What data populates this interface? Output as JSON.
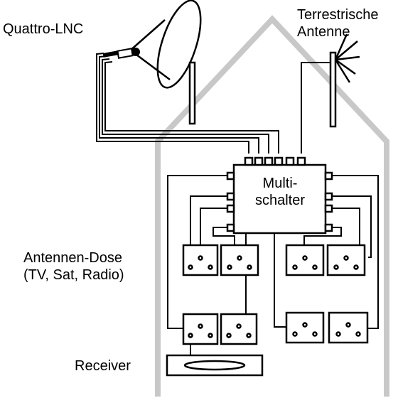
{
  "labels": {
    "lnc": "Quattro-LNC",
    "terrestrial": [
      "Terrestrische",
      "Antenne"
    ],
    "multiswitch": [
      "Multi-",
      "schalter"
    ],
    "socket": [
      "Antennen-Dose",
      "(TV, Sat, Radio)"
    ],
    "receiver": "Receiver"
  },
  "colors": {
    "house_outline": "#c8c8c8",
    "line": "#000000",
    "background": "#ffffff"
  }
}
